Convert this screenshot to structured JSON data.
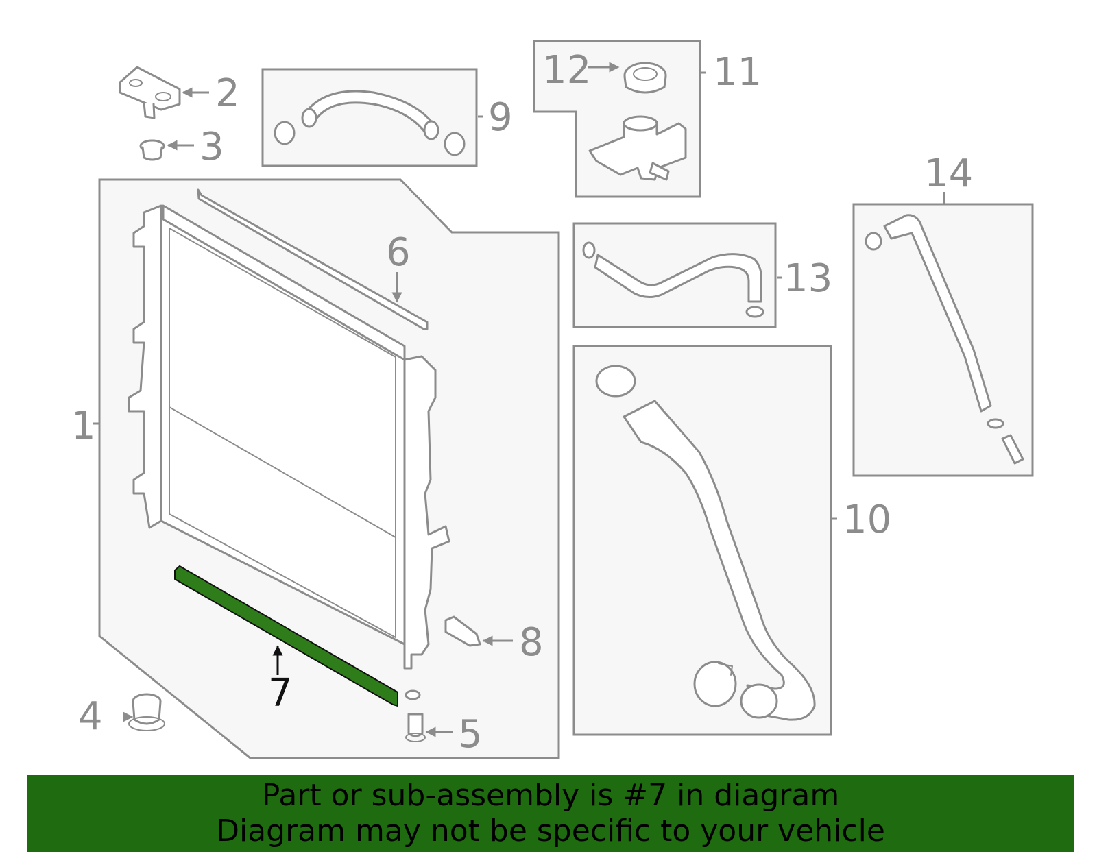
{
  "callouts": {
    "c1": "1",
    "c2": "2",
    "c3": "3",
    "c4": "4",
    "c5": "5",
    "c6": "6",
    "c7": "7",
    "c8": "8",
    "c9": "9",
    "c10": "10",
    "c11": "11",
    "c12": "12",
    "c13": "13",
    "c14": "14"
  },
  "highlight": {
    "part": "7",
    "color": "#2e7d1a"
  },
  "colors": {
    "line": "#8c8c8c",
    "box_fill": "#f7f7f7",
    "banner_bg": "#1f6b0f"
  },
  "banner": {
    "line1": "Part or sub-assembly is #7 in diagram",
    "line2": "Diagram may not be specific to your vehicle"
  }
}
